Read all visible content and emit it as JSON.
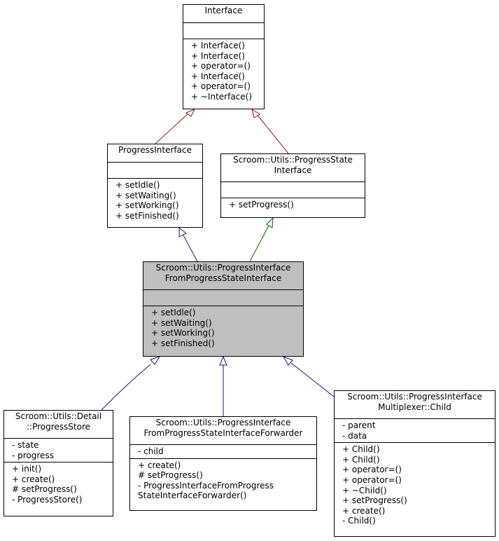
{
  "classes": {
    "interface": {
      "title": [
        "Interface"
      ],
      "attributes": [],
      "methods": [
        "+ Interface()",
        "+ Interface()",
        "+ operator=()",
        "+ Interface()",
        "+ operator=()",
        "+ ~Interface()"
      ]
    },
    "progress_interface": {
      "title": [
        "ProgressInterface"
      ],
      "attributes": [],
      "methods": [
        "+ setIdle()",
        "+ setWaiting()",
        "+ setWorking()",
        "+ setFinished()"
      ]
    },
    "progress_state_interface": {
      "title": [
        "Scroom::Utils::ProgressState",
        "Interface"
      ],
      "attributes": [],
      "methods": [
        "+ setProgress()"
      ]
    },
    "from_progress_state_interface": {
      "title": [
        "Scroom::Utils::ProgressInterface",
        "FromProgressStateInterface"
      ],
      "attributes": [],
      "methods": [
        "+ setIdle()",
        "+ setWaiting()",
        "+ setWorking()",
        "+ setFinished()"
      ]
    },
    "progress_store": {
      "title": [
        "Scroom::Utils::Detail",
        "::ProgressStore"
      ],
      "attributes": [
        "- state",
        "- progress"
      ],
      "methods": [
        "+ init()",
        "+ create()",
        "# setProgress()",
        "- ProgressStore()"
      ]
    },
    "forwarder": {
      "title": [
        "Scroom::Utils::ProgressInterface",
        "FromProgressStateInterfaceForwarder"
      ],
      "attributes": [
        "- child"
      ],
      "methods": [
        "+ create()",
        "# setProgress()",
        "- ProgressInterfaceFromProgress",
        "StateInterfaceForwarder()"
      ]
    },
    "multiplexer_child": {
      "title": [
        "Scroom::Utils::ProgressInterface",
        "Multiplexer::Child"
      ],
      "attributes": [
        "- parent",
        "- data"
      ],
      "methods": [
        "+ Child()",
        "+ Child()",
        "+ operator=()",
        "+ operator=()",
        "+ ~Child()",
        "+ setProgress()",
        "+ create()",
        "- Child()"
      ]
    }
  },
  "colors": {
    "public_inheritance": "#191970",
    "protected_inheritance": "#006400",
    "base_inheritance": "#8b1a1a",
    "highlight_fill": "#bfbfbf"
  }
}
